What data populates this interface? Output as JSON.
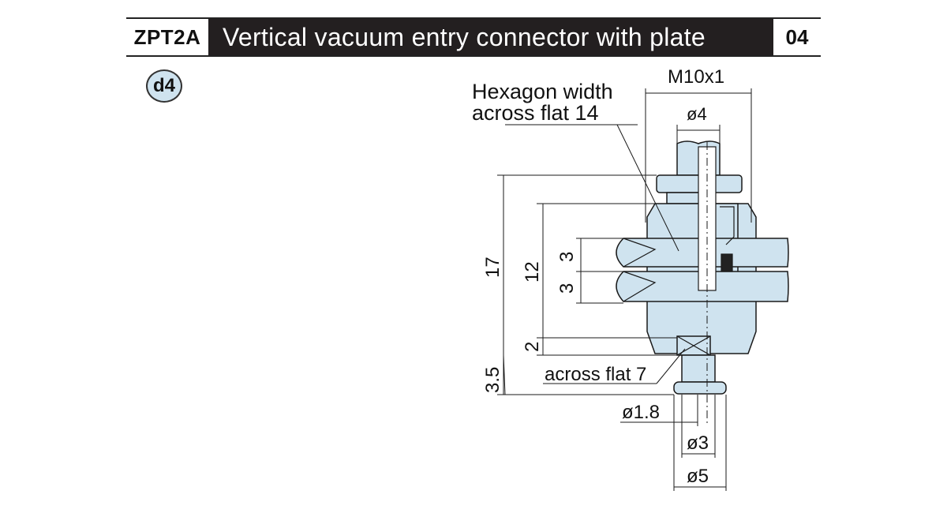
{
  "header": {
    "model_code": "ZPT2A",
    "title": "Vertical vacuum entry connector with plate",
    "page_number": "04"
  },
  "badge": {
    "label": "d4"
  },
  "drawing": {
    "callouts": {
      "hex_width_line1": "Hexagon width",
      "hex_width_line2": "across flat 14",
      "across_flat_small": "across flat 7"
    },
    "dimensions": {
      "thread": "M10x1",
      "bore_top": "ø4",
      "height_total": "17",
      "height_body": "12",
      "nut_upper": "3",
      "nut_lower": "3",
      "gap": "2",
      "tip_height": "3.5",
      "hole_dia": "ø1.8",
      "tip_dia_inner": "ø3",
      "tip_dia_outer": "ø5"
    },
    "colors": {
      "part_fill": "#cfe3ef",
      "outline": "#1a1a1a"
    }
  }
}
